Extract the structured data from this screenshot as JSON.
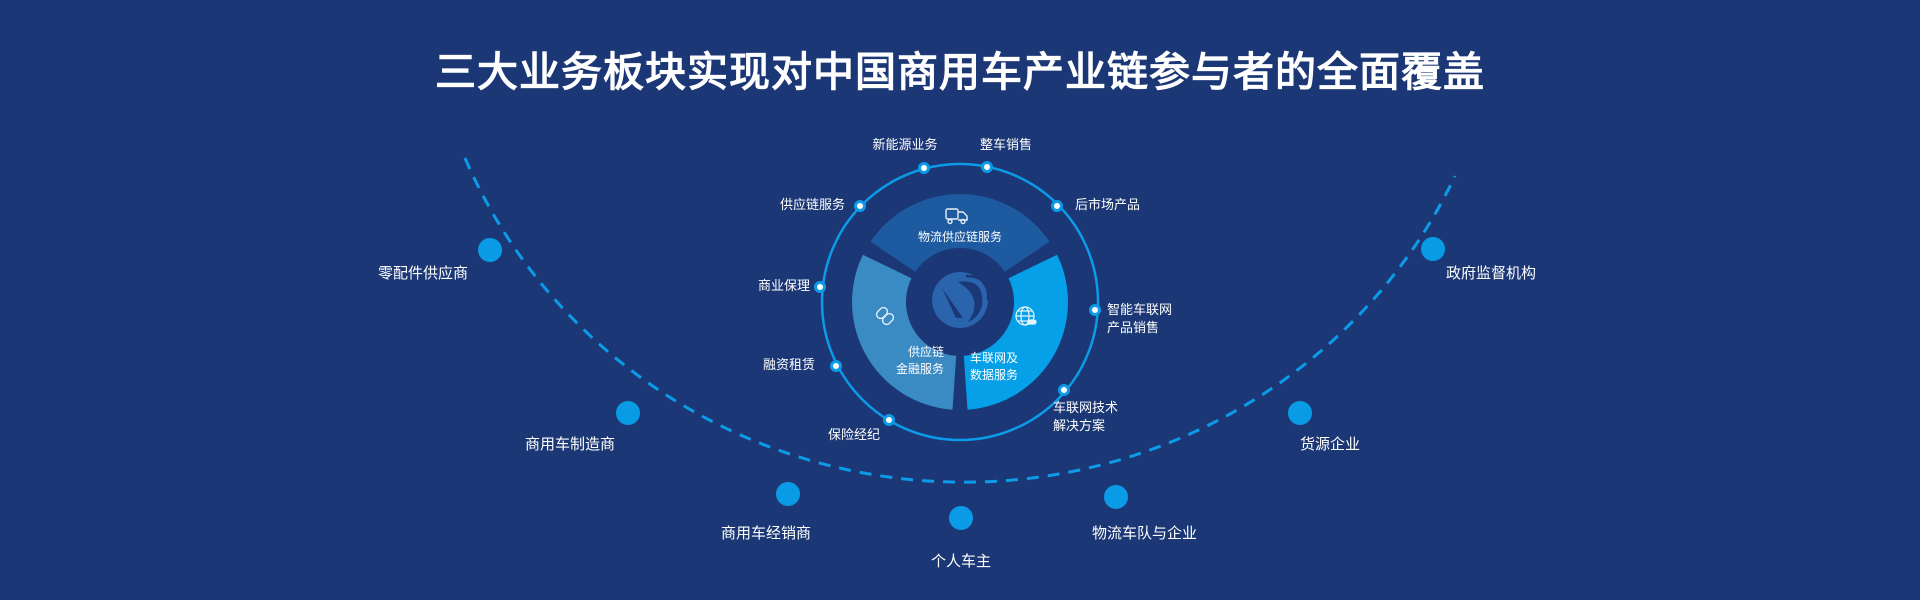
{
  "title": "三大业务板块实现对中国商用车产业链参与者的全面覆盖",
  "colors": {
    "background": "#1b3775",
    "ring": "#0c9be8",
    "outer_node": "#0a9be6",
    "segment_logistics": "#1d5aa0",
    "segment_finance": "#3a8ac4",
    "segment_iov": "#05a0e8",
    "center_logo": "#2a64ad"
  },
  "center": {
    "logo_icon": "company-logo-icon",
    "segments": [
      {
        "id": "logistics",
        "icon": "truck-icon",
        "label": "物流供应链服务"
      },
      {
        "id": "finance",
        "icon": "chain-link-icon",
        "label_line1": "供应链",
        "label_line2": "金融服务"
      },
      {
        "id": "iov",
        "icon": "globe-icon",
        "label_line1": "车联网及",
        "label_line2": "数据服务"
      }
    ]
  },
  "ring_labels": [
    {
      "text": "新能源业务"
    },
    {
      "text": "整车销售"
    },
    {
      "text": "后市场产品"
    },
    {
      "text_line1": "智能车联网",
      "text_line2": "产品销售"
    },
    {
      "text_line1": "车联网技术",
      "text_line2": "解决方案"
    },
    {
      "text": "保险经纪"
    },
    {
      "text": "融资租赁"
    },
    {
      "text": "商业保理"
    },
    {
      "text": "供应链服务"
    }
  ],
  "participants": [
    {
      "text": "零配件供应商"
    },
    {
      "text": "商用车制造商"
    },
    {
      "text": "商用车经销商"
    },
    {
      "text": "个人车主"
    },
    {
      "text": "物流车队与企业"
    },
    {
      "text": "货源企业"
    },
    {
      "text": "政府监督机构"
    }
  ]
}
